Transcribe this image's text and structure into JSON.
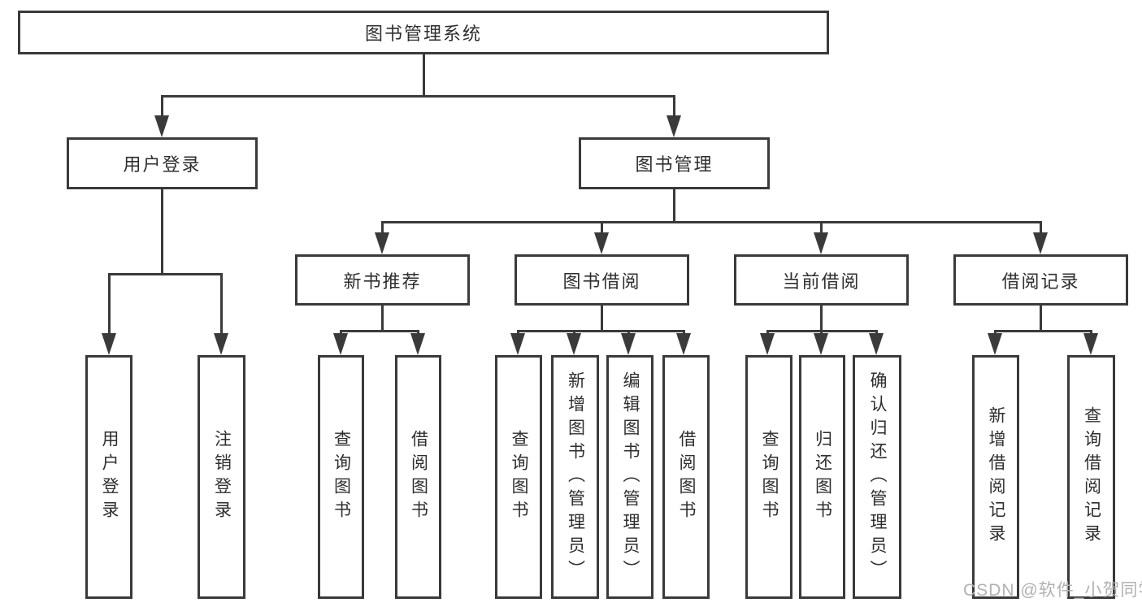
{
  "diagram": {
    "root": {
      "label": "图书管理系统"
    },
    "level2": [
      {
        "label": "用户登录"
      },
      {
        "label": "图书管理"
      }
    ],
    "level3": [
      {
        "label": "新书推荐"
      },
      {
        "label": "图书借阅"
      },
      {
        "label": "当前借阅"
      },
      {
        "label": "借阅记录"
      }
    ],
    "leaves": {
      "user": [
        {
          "label": "用户登录"
        },
        {
          "label": "注销登录"
        }
      ],
      "recommend": [
        {
          "label": "查询图书"
        },
        {
          "label": "借阅图书"
        }
      ],
      "borrow": [
        {
          "label": "查询图书"
        },
        {
          "label": "新增图书（管理员）"
        },
        {
          "label": "编辑图书（管理员）"
        },
        {
          "label": "借阅图书"
        }
      ],
      "current": [
        {
          "label": "查询图书"
        },
        {
          "label": "归还图书"
        },
        {
          "label": "确认归还（管理员）"
        }
      ],
      "records": [
        {
          "label": "新增借阅记录"
        },
        {
          "label": "查询借阅记录"
        }
      ]
    },
    "watermark": "CSDN @软件_小贺同学",
    "colors": {
      "line": "#3a3a3a",
      "text": "#2e2e2e",
      "background": "#ffffff",
      "watermark": "#b1b1b1"
    }
  }
}
